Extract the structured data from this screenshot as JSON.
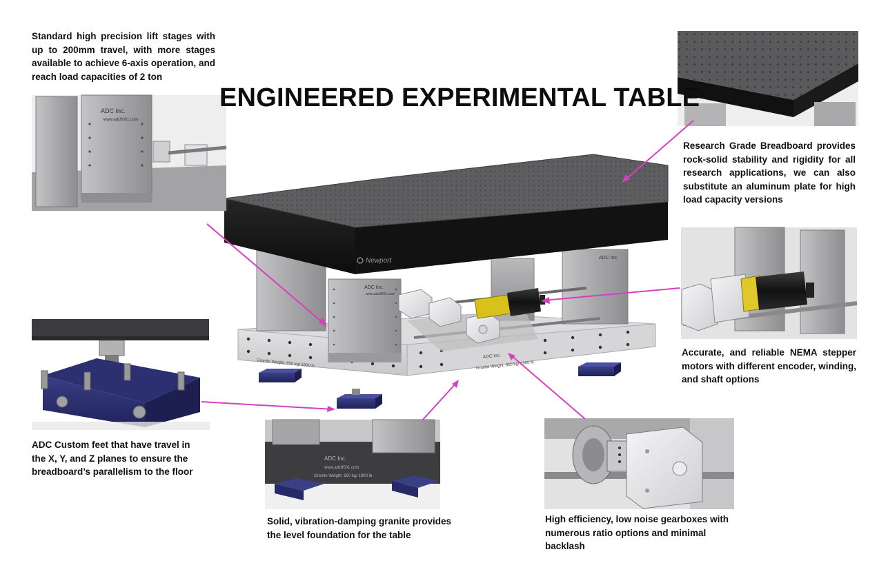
{
  "title": "ENGINEERED EXPERIMENTAL TABLE",
  "callouts": {
    "lift_stages": "Standard high precision lift stages with up to 200mm travel, with more stages available to achieve 6-axis operation, and reach load capacities of 2 ton",
    "breadboard": "Research Grade Breadboard provides rock-solid stability and rigidity for all research applications, we can also substitute an aluminum plate for high load capacity versions",
    "stepper_motors": "Accurate, and reliable NEMA stepper motors with different encoder, winding, and shaft options",
    "feet": "ADC Custom feet that have travel in the X, Y, and Z planes to ensure the breadboard’s parallelism to the floor",
    "granite": "Solid, vibration-damping granite provides the level foundation for the table",
    "gearboxes": "High efficiency, low noise gearboxes with numerous ratio options and minimal backlash"
  },
  "product_labels": {
    "breadboard_brand": "Newport",
    "stage_brand": "ADC Inc.",
    "stage_url": "www.adc9001.com",
    "granite_brand": "ADC Inc.",
    "granite_url": "www.adc9001.com",
    "granite_weight": "Granite Weight: 850 kg/ 1900 lb"
  },
  "colors": {
    "callout_arrow": "#d63fbf",
    "breadboard_top": "#5c5c5c",
    "breadboard_side": "#161616",
    "stage_metal": "#a9a9ab",
    "granite": "#d2d2d4",
    "feet": "#2b2f72",
    "motor_accent": "#e8d21a"
  }
}
